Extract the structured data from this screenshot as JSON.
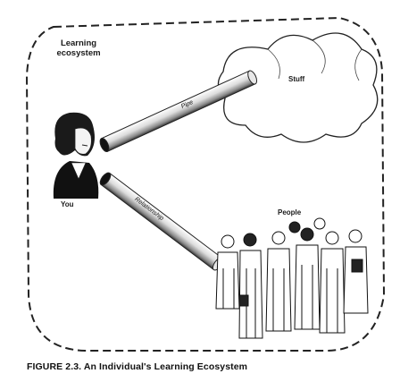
{
  "ecosystem_label": [
    "Learning",
    "ecosystem"
  ],
  "you_label": "You",
  "stuff_label": "Stuff",
  "people_label": "People",
  "pipe_label": "Pipe",
  "relationship_label": "Relationship",
  "caption": {
    "number": "FIGURE 2.3.",
    "title": "An Individual's Learning Ecosystem"
  }
}
